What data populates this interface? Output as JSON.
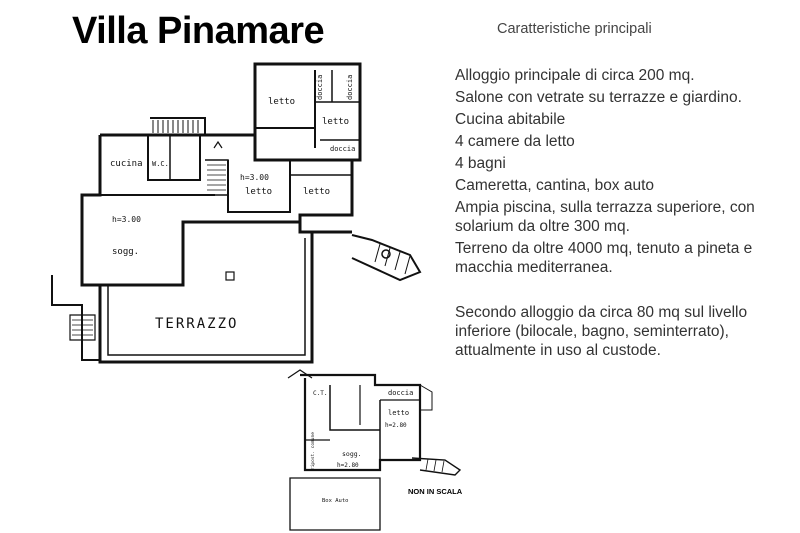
{
  "title": "Villa Pinamare",
  "subtitle": "Caratteristiche principali",
  "features": [
    "Alloggio principale di circa 200 mq.",
    "Salone con vetrate su terrazze e giardino.",
    "Cucina abitabile",
    "4 camere da letto",
    "4 bagni",
    "Cameretta, cantina, box auto",
    "Ampia piscina, sulla terrazza superiore, con solarium da oltre 300 mq.",
    "Terreno da oltre 4000 mq, tenuto a pineta e macchia mediterranea."
  ],
  "second_unit": "Secondo alloggio da circa 80 mq sul livello inferiore (bilocale, bagno, seminterrato), attualmente in uso al custode.",
  "scale_note": "NON IN SCALA",
  "main_plan_labels": {
    "letto_1": "letto",
    "doccia_1": "doccia",
    "doccia_2": "doccia",
    "letto_2": "letto",
    "doccia_3": "doccia",
    "cucina": "cucina",
    "wc": "W.C.",
    "height_1": "h=3.00",
    "letto_3": "letto",
    "letto_4": "letto",
    "height_2": "h=3.00",
    "soggiorno": "sogg.",
    "terrazzo": "TERRAZZO"
  },
  "lower_plan_labels": {
    "ct": "C.T.",
    "doccia": "doccia",
    "letto": "letto",
    "height_letto": "h=2.80",
    "soggiorno": "sogg.",
    "height_sogg": "h=2.80",
    "box_auto": "Box Auto",
    "comune": "ripost. comune"
  }
}
